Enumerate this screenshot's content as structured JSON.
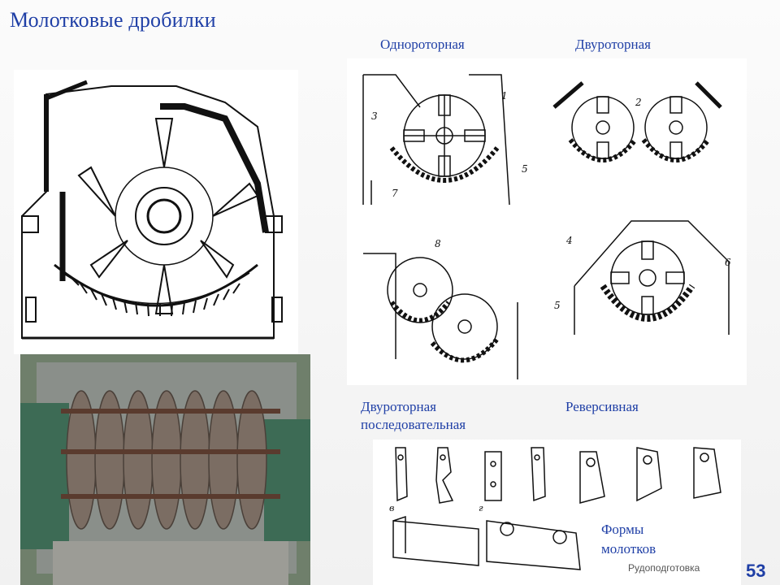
{
  "slide": {
    "title": "Молотковые дробилки",
    "footer": "Рудоподготовка",
    "page_number": "53"
  },
  "captions": {
    "single_rotor": "Однороторная",
    "double_rotor": "Двуроторная",
    "double_rotor_sequential_line1": "Двуроторная",
    "double_rotor_sequential_line2": "последовательная",
    "reversible": "Реверсивная",
    "hammer_forms_line1": "Формы",
    "hammer_forms_line2": "молотков"
  },
  "diagram_labels": {
    "single": [
      "1",
      "3",
      "5",
      "7"
    ],
    "double": [
      "2"
    ],
    "sequential": [
      "8"
    ],
    "reversible": [
      "4",
      "5",
      "6"
    ],
    "hammers": [
      "в",
      "г"
    ]
  }
}
